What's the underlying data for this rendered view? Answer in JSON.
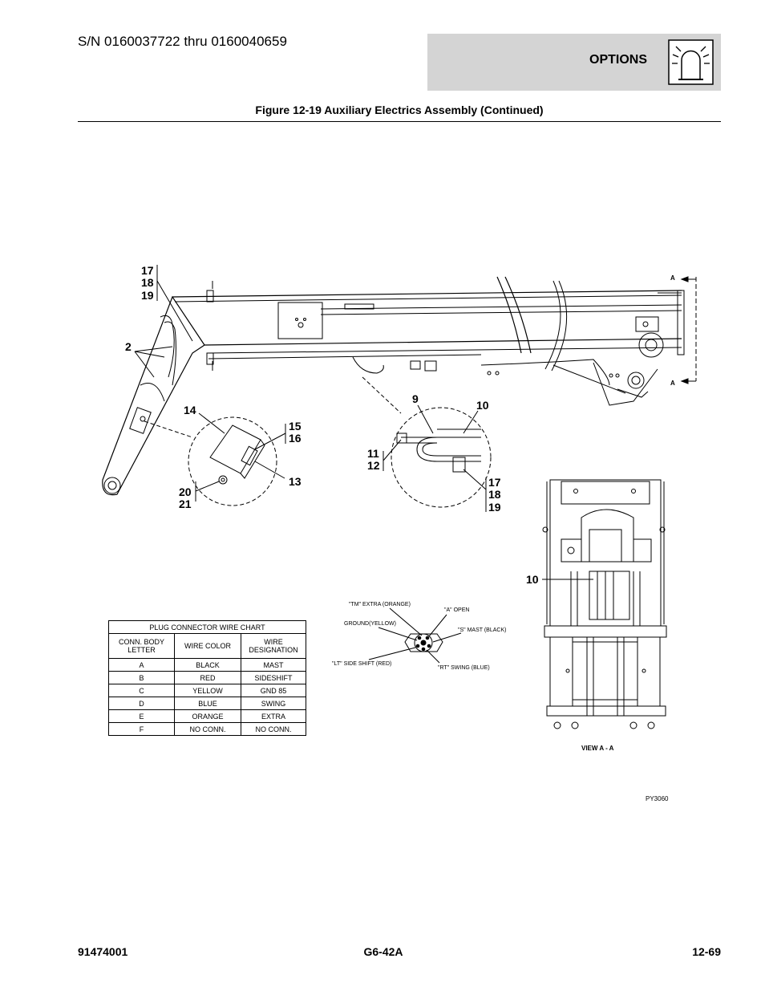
{
  "header": {
    "serial_range": "S/N 0160037722 thru 0160040659",
    "section_label": "OPTIONS",
    "section_icon": "beacon-light-icon"
  },
  "figure": {
    "title": "Figure 12-19 Auxiliary Electrics Assembly (Continued)",
    "callouts": {
      "c17a": "17",
      "c18a": "18",
      "c19a": "19",
      "c2": "2",
      "c14": "14",
      "c15": "15",
      "c16": "16",
      "c13": "13",
      "c20": "20",
      "c21": "21",
      "c9": "9",
      "c10a": "10",
      "c11": "11",
      "c12": "12",
      "c17b": "17",
      "c18b": "18",
      "c19b": "19",
      "c10b": "10"
    },
    "section_marks": {
      "top": "A",
      "bottom": "A"
    },
    "view_label": "VIEW A - A",
    "drawing_id": "PY3060"
  },
  "connector_face": {
    "tm": "\"TM\" EXTRA (ORANGE)",
    "a_open": "\"A\" OPEN",
    "ground": "GROUND(YELLOW)",
    "s_mast": "\"S\" MAST (BLACK)",
    "lt": "\"LT\" SIDE SHIFT (RED)",
    "rt": "\"RT\" SWING (BLUE)"
  },
  "wire_chart": {
    "title": "PLUG CONNECTOR WIRE CHART",
    "headers": [
      "CONN. BODY LETTER",
      "WIRE COLOR",
      "WIRE DESIGNATION"
    ],
    "rows": [
      [
        "A",
        "BLACK",
        "MAST"
      ],
      [
        "B",
        "RED",
        "SIDESHIFT"
      ],
      [
        "C",
        "YELLOW",
        "GND 85"
      ],
      [
        "D",
        "BLUE",
        "SWING"
      ],
      [
        "E",
        "ORANGE",
        "EXTRA"
      ],
      [
        "F",
        "NO CONN.",
        "NO CONN."
      ]
    ]
  },
  "footer": {
    "part_number": "91474001",
    "model": "G6-42A",
    "page": "12-69"
  }
}
